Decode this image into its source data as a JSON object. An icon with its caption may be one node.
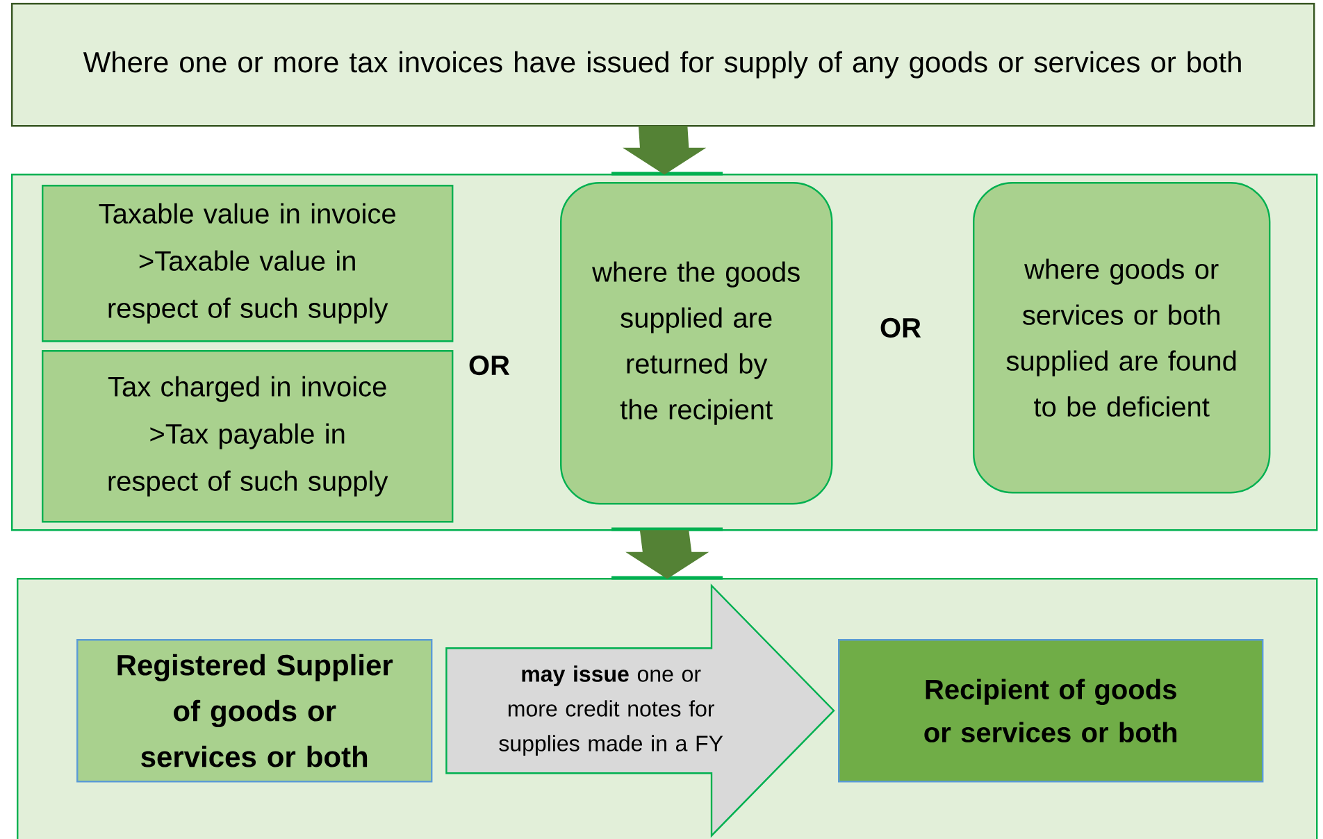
{
  "diagram": {
    "nodes": [
      {
        "text": [
          "Where one or more tax invoices have issued for supply of any goods or services or both"
        ]
      },
      {
        "text": [],
        "shape": "box"
      },
      {
        "text": [
          "Taxable value in invoice >Taxable value in respect of such supply"
        ],
        "in": 1
      },
      {
        "text": [
          "Tax charged in invoice >Tax payable in respect of such supply"
        ],
        "in": 1
      },
      {
        "text": [
          "where the goods supplied are returned by the recipient"
        ],
        "in": 1
      },
      {
        "text": [
          "where goods or services or both supplied are found to be deficient"
        ],
        "in": 1
      },
      {
        "text": [],
        "shape": "box"
      },
      {
        "text": [
          "Registered Supplier of goods or services or both"
        ],
        "in": 6
      },
      {
        "text": [
          "Recipient of goods or services or both"
        ],
        "in": 6
      }
    ],
    "edges": [
      {
        "from": 0,
        "to": 1,
        "arrow": "to"
      },
      {
        "from": 1,
        "to": 6,
        "arrow": "to"
      },
      {
        "from": 7,
        "to": 8,
        "arrow": "to",
        "label": "**may issue** one or more credit notes for supplies made in a FY"
      }
    ],
    "labels": [
      "OR",
      "OR"
    ]
  }
}
